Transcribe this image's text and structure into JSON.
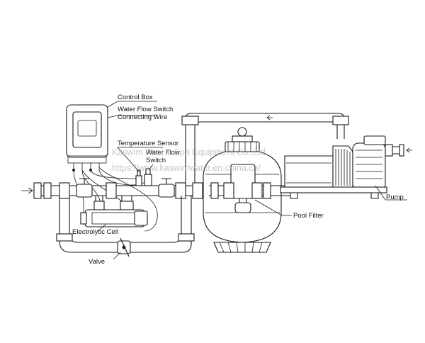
{
  "labels": {
    "control_box": "Control Box",
    "water_flow_switch_wire_1": "Water Flow Switch",
    "water_flow_switch_wire_2": "Connecting Wire",
    "temperature_sensor": "Temperature Sensor",
    "water_flow_switch_1": "Water Flow",
    "water_flow_switch_2": "Switch",
    "pump": "Pump",
    "pool_filter": "Pool Filter",
    "electrolytic_cell": "Electrolytic Cell",
    "valve": "Valve"
  },
  "watermark": {
    "line1": "Kaswim Pool & Spa Equipment Co.,Ltd",
    "line2": "https://www.kaswimwater.en.china.cn/"
  },
  "colors": {
    "stroke": "#1a1a1a",
    "watermark": "#9a9a9a"
  }
}
